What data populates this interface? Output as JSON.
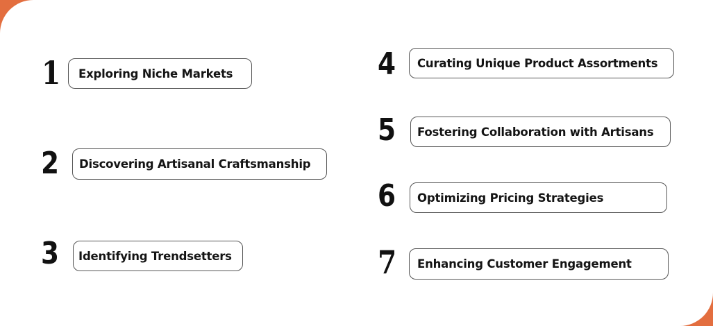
{
  "colors": {
    "accent": "#E36E3F",
    "background": "#FFFFFF",
    "text": "#141414",
    "border": "#555555"
  },
  "steps": [
    {
      "number": "1",
      "label": "Exploring Niche Markets"
    },
    {
      "number": "2",
      "label": "Discovering Artisanal Craftsmanship"
    },
    {
      "number": "3",
      "label": "Identifying Trendsetters"
    },
    {
      "number": "4",
      "label": "Curating Unique Product Assortments"
    },
    {
      "number": "5",
      "label": "Fostering Collaboration with Artisans"
    },
    {
      "number": "6",
      "label": "Optimizing Pricing Strategies"
    },
    {
      "number": "7",
      "label": "Enhancing Customer Engagement"
    }
  ]
}
